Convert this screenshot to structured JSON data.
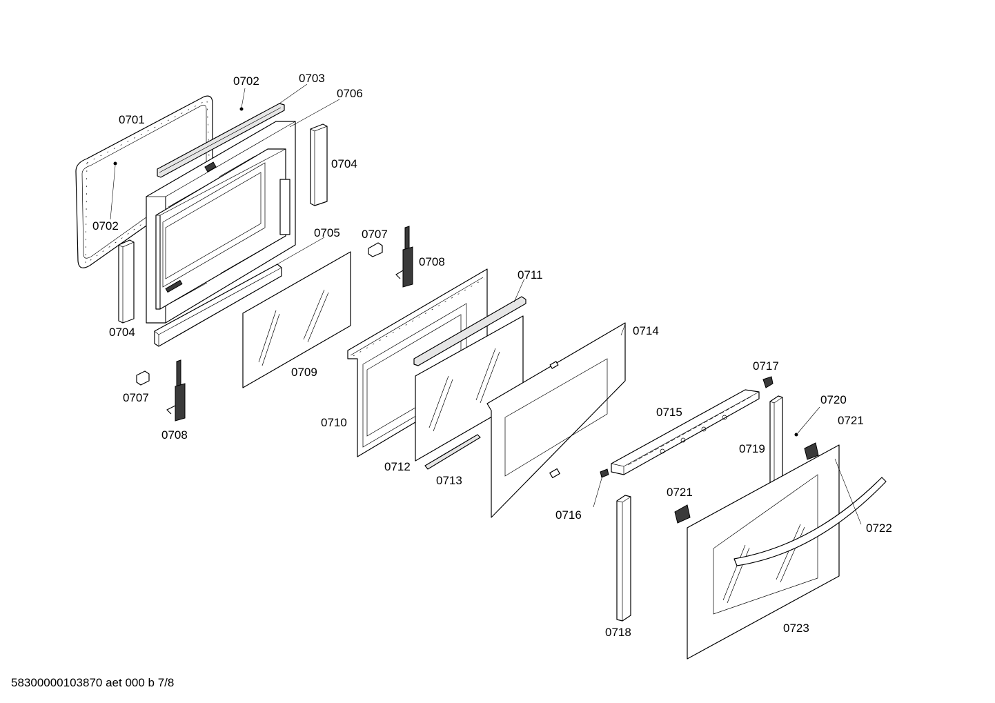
{
  "diagram": {
    "footer_text": "58300000103870 aet 000 b 7/8",
    "callouts": [
      {
        "id": "c-0701",
        "text": "0701"
      },
      {
        "id": "c-0702a",
        "text": "0702"
      },
      {
        "id": "c-0703",
        "text": "0703"
      },
      {
        "id": "c-0706",
        "text": "0706"
      },
      {
        "id": "c-0704a",
        "text": "0704"
      },
      {
        "id": "c-0702b",
        "text": "0702"
      },
      {
        "id": "c-0705",
        "text": "0705"
      },
      {
        "id": "c-0707a",
        "text": "0707"
      },
      {
        "id": "c-0708a",
        "text": "0708"
      },
      {
        "id": "c-0704b",
        "text": "0704"
      },
      {
        "id": "c-0709",
        "text": "0709"
      },
      {
        "id": "c-0707b",
        "text": "0707"
      },
      {
        "id": "c-0708b",
        "text": "0708"
      },
      {
        "id": "c-0711",
        "text": "0711"
      },
      {
        "id": "c-0714",
        "text": "0714"
      },
      {
        "id": "c-0710",
        "text": "0710"
      },
      {
        "id": "c-0712",
        "text": "0712"
      },
      {
        "id": "c-0713",
        "text": "0713"
      },
      {
        "id": "c-0717",
        "text": "0717"
      },
      {
        "id": "c-0715",
        "text": "0715"
      },
      {
        "id": "c-0720",
        "text": "0720"
      },
      {
        "id": "c-0721a",
        "text": "0721"
      },
      {
        "id": "c-0719",
        "text": "0719"
      },
      {
        "id": "c-0721b",
        "text": "0721"
      },
      {
        "id": "c-0716",
        "text": "0716"
      },
      {
        "id": "c-0722",
        "text": "0722"
      },
      {
        "id": "c-0718",
        "text": "0718"
      },
      {
        "id": "c-0723",
        "text": "0723"
      }
    ]
  }
}
